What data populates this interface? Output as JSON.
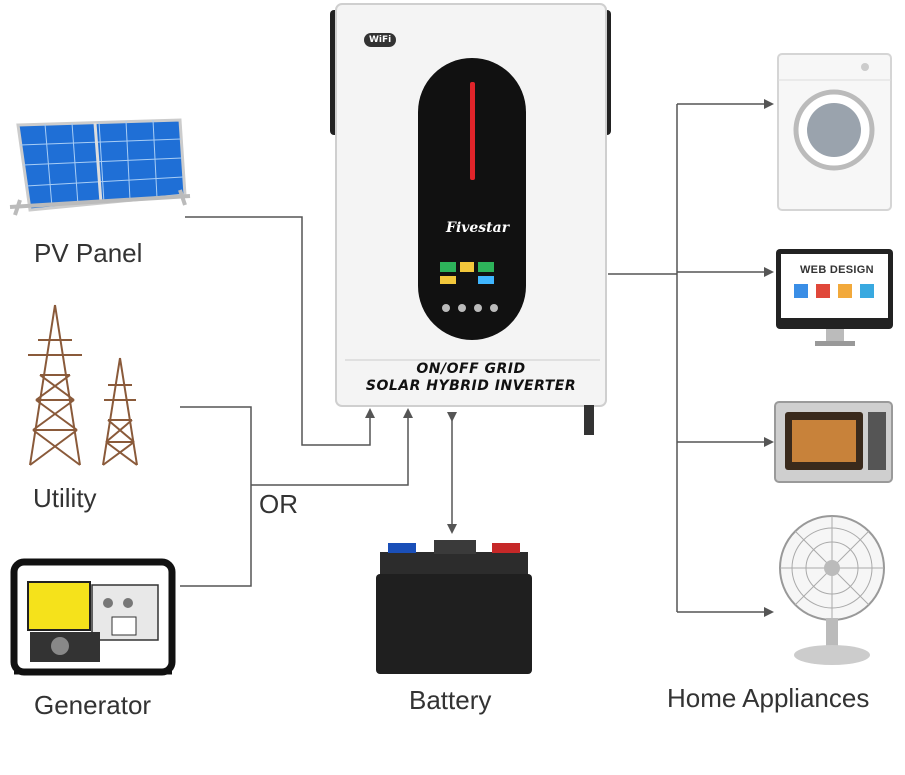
{
  "sources": {
    "pv_panel": "PV Panel",
    "utility": "Utility",
    "or_text": "OR",
    "generator": "Generator"
  },
  "inverter": {
    "brand": "Fivestar",
    "wifi": "WiFi",
    "title_line1": "ON/OFF GRID",
    "title_line2": "SOLAR HYBRID INVERTER"
  },
  "battery": {
    "label": "Battery"
  },
  "appliances": {
    "label": "Home Appliances",
    "monitor_text": "WEB DESIGN"
  },
  "colors": {
    "line": "#555555",
    "inverter_body": "#f4f4f4",
    "display_panel": "#111111",
    "accent_red": "#e0242a",
    "solar_blue": "#1f6fd6",
    "generator_yellow": "#f5e21b"
  }
}
